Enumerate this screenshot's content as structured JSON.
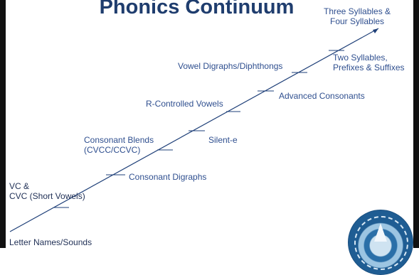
{
  "title": "Phonics Continuum",
  "stages": [
    {
      "lines": [
        "Letter Names/Sounds"
      ]
    },
    {
      "lines": [
        "VC &",
        "CVC (Short Vowels)"
      ]
    },
    {
      "lines": [
        "Consonant Digraphs"
      ]
    },
    {
      "lines": [
        "Consonant Blends",
        "(CVCC/CCVC)"
      ]
    },
    {
      "lines": [
        "Silent-e"
      ]
    },
    {
      "lines": [
        "R-Controlled Vowels"
      ]
    },
    {
      "lines": [
        "Advanced Consonants"
      ]
    },
    {
      "lines": [
        "Vowel Digraphs/Diphthongs"
      ]
    },
    {
      "lines": [
        "Two Syllables,",
        "Prefixes & Suffixes"
      ]
    },
    {
      "lines": [
        "Three Syllables &",
        "Four Syllables"
      ]
    }
  ],
  "colors": {
    "title": "#1f3d6e",
    "labels": "#2f4f8f",
    "line": "#1e3f78"
  },
  "logo": "school-seal"
}
